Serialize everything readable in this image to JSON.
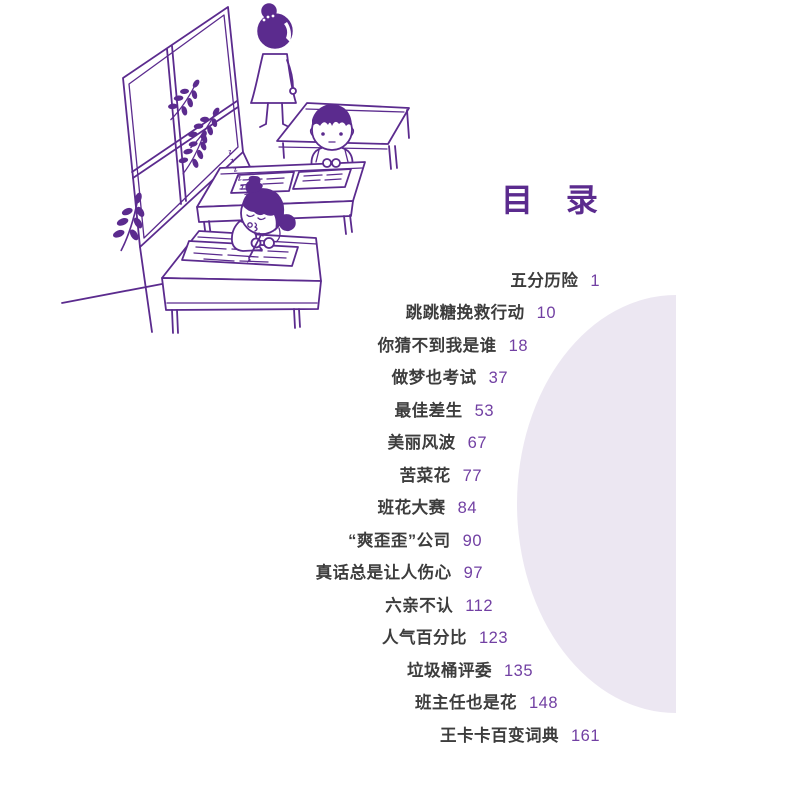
{
  "page_title": "目 录",
  "toc_entries": [
    {
      "title": "五分历险",
      "page": "1"
    },
    {
      "title": "跳跳糖挽救行动",
      "page": "10"
    },
    {
      "title": "你猜不到我是谁",
      "page": "18"
    },
    {
      "title": "做梦也考试",
      "page": "37"
    },
    {
      "title": "最佳差生",
      "page": "53"
    },
    {
      "title": "美丽风波",
      "page": "67"
    },
    {
      "title": "苦菜花",
      "page": "77"
    },
    {
      "title": "班花大赛",
      "page": "84"
    },
    {
      "title": "“爽歪歪”公司",
      "page": "90"
    },
    {
      "title": "真话总是让人伤心",
      "page": "97"
    },
    {
      "title": "六亲不认",
      "page": "112"
    },
    {
      "title": "人气百分比",
      "page": "123"
    },
    {
      "title": "垃圾桶评委",
      "page": "135"
    },
    {
      "title": "班主任也是花",
      "page": "148"
    },
    {
      "title": "王卡卡百变词典",
      "page": "161"
    }
  ],
  "illustration": {
    "scene": "classroom: teacher at window, boy at desk, girl asleep on desk",
    "sleep_sounds": [
      "z",
      "z",
      "z",
      "z",
      "z",
      "z"
    ]
  },
  "colors": {
    "illustration_purple": "#5b2b8e",
    "page_number_purple": "#7240a3",
    "entry_text": "#3d3d3d",
    "circle_lavender": "#ece7f2"
  }
}
